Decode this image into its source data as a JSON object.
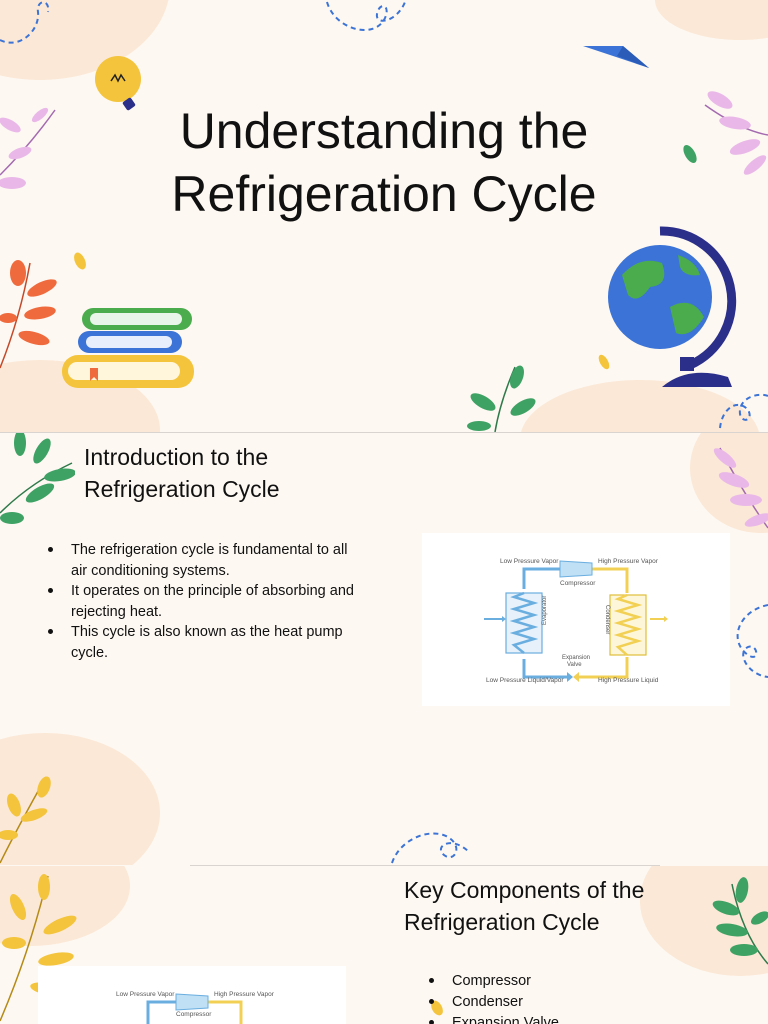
{
  "slide1": {
    "title": "Understanding the\nRefrigeration Cycle"
  },
  "slide2": {
    "heading": "Introduction to the\nRefrigeration Cycle",
    "bullets": [
      "The refrigeration cycle is fundamental to all air conditioning systems.",
      "It operates on the principle of absorbing and rejecting heat.",
      "This cycle is also known as the heat pump cycle."
    ],
    "diagram": {
      "low_pressure_vapor": "Low Pressure Vapor",
      "high_pressure_vapor": "High Pressure Vapor",
      "compressor": "Compressor",
      "evaporator": "Evaporator",
      "condenser": "Condenser",
      "expansion_valve_1": "Expansion",
      "expansion_valve_2": "Valve",
      "low_pressure_liquid_vapor": "Low Pressure Liquid/Vapor",
      "high_pressure_liquid": "High Pressure Liquid"
    }
  },
  "slide3": {
    "heading": "Key Components of the\nRefrigeration Cycle",
    "bullets": [
      "Compressor",
      "Condenser",
      "Expansion Valve"
    ],
    "diagram": {
      "low_pressure_vapor": "Low Pressure Vapor",
      "high_pressure_vapor": "High Pressure Vapor",
      "compressor": "Compressor"
    }
  },
  "colors": {
    "background": "#fdf8f2",
    "blob": "#fbe8d6",
    "pink_leaf": "#e9b8e8",
    "orange_leaf": "#ef6a3c",
    "green_leaf": "#3fa265",
    "yellow_leaf": "#f3c43c",
    "globe_ocean": "#3b73d6",
    "globe_land": "#4bac4e",
    "globe_stand": "#2c2f8a",
    "cold_line": "#6aaee0",
    "hot_line": "#f1d054"
  }
}
